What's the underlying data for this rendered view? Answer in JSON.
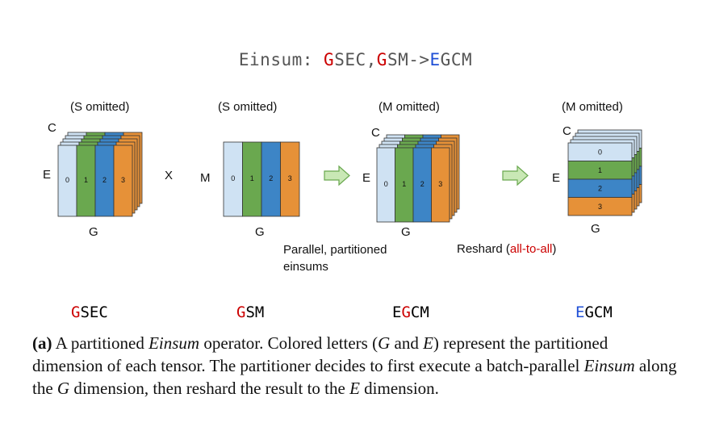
{
  "equation": {
    "prefix": "Einsum: ",
    "parts": [
      {
        "text": "G",
        "color": "#cc0000"
      },
      {
        "text": "SEC,",
        "color": "#555555"
      },
      {
        "text": "G",
        "color": "#cc0000"
      },
      {
        "text": "SM->",
        "color": "#555555"
      },
      {
        "text": "E",
        "color": "#1f4fd6"
      },
      {
        "text": "GCM",
        "color": "#555555"
      }
    ]
  },
  "colors": {
    "slice0": "#cfe2f3",
    "slice1": "#6aa84f",
    "slice2": "#3d85c6",
    "slice3": "#e69138",
    "arrow_fill": "#c9e8b5",
    "arrow_stroke": "#6aa84f",
    "highlight_red": "#cc0000",
    "highlight_blue": "#1f4fd6"
  },
  "slice_labels": [
    "0",
    "1",
    "2",
    "3"
  ],
  "tensors": {
    "t1": {
      "header": "(S omitted)",
      "c_label": "C",
      "e_label": "E",
      "g_label": "G"
    },
    "t2": {
      "header": "(S omitted)",
      "m_label": "M",
      "g_label": "G"
    },
    "t3": {
      "header": "(M omitted)",
      "c_label": "C",
      "e_label": "E",
      "g_label": "G"
    },
    "t4": {
      "header": "(M omitted)",
      "c_label": "C",
      "e_label": "E",
      "g_label": "G"
    }
  },
  "operator_x": "X",
  "step_labels": {
    "parallel": "Parallel, partitioned einsums",
    "reshard_prefix": "Reshard (",
    "reshard_highlight": "all-to-all",
    "reshard_suffix": ")"
  },
  "notations": [
    {
      "highlight": "G",
      "rest": "SEC",
      "color": "#cc0000"
    },
    {
      "highlight": "G",
      "rest": "SM",
      "color": "#cc0000"
    },
    {
      "prefix": "E",
      "highlight": "G",
      "rest": "CM",
      "color": "#cc0000"
    },
    {
      "highlight": "E",
      "rest": "GCM",
      "color": "#1f4fd6"
    }
  ],
  "caption": {
    "label": "(a)",
    "text_1": " A partitioned ",
    "einsum_1": "Einsum",
    "text_2": " operator.  Colored letters (",
    "var_g": "G",
    "text_3": " and ",
    "var_e": "E",
    "text_4": ") represent the partitioned dimension of each tensor. The partitioner decides to first execute a batch-parallel ",
    "einsum_2": "Einsum",
    "text_5": " along the ",
    "var_g2": "G",
    "text_6": " dimension, then reshard the result to the ",
    "var_e2": "E",
    "text_7": " dimension."
  }
}
